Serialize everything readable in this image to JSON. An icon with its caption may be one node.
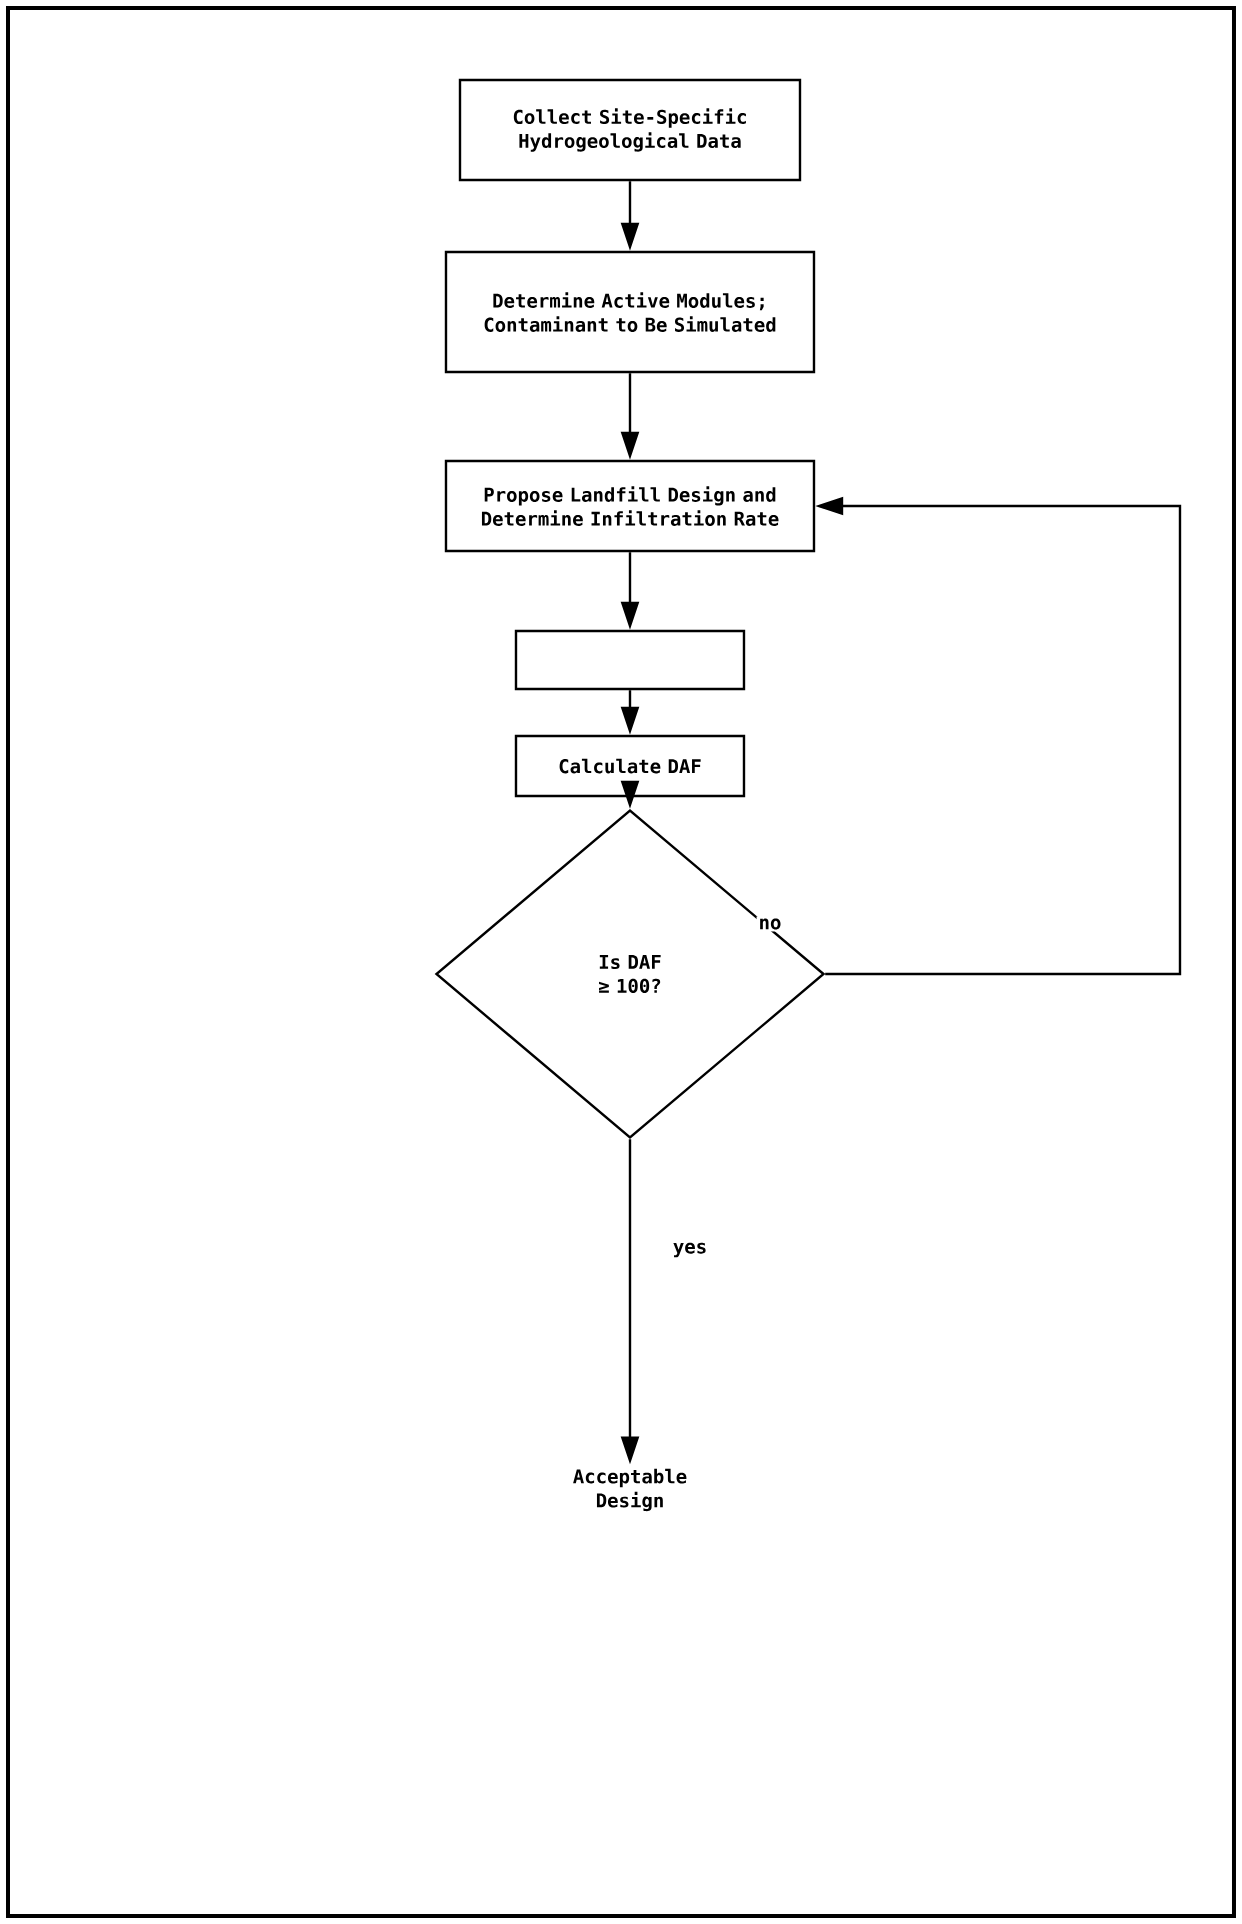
{
  "diagram": {
    "nodes": [
      {
        "text": [
          "Collect Site-Specific Hydrogeological Data"
        ]
      },
      {
        "text": [
          "Determine Active Modules; Contaminant to Be Simulated"
        ]
      },
      {
        "text": [
          "Propose Landfill Design and Determine Infiltration Rate"
        ]
      },
      {
        "text": [],
        "shape": "box"
      },
      {
        "text": [
          "Calculate DAF"
        ]
      },
      {
        "text": [
          "Is DAF ≥ 100?"
        ]
      },
      {
        "text": [
          "Acceptable Design"
        ]
      }
    ],
    "edges": [
      {
        "from": 0,
        "to": 1,
        "arrow": "to"
      },
      {
        "from": 1,
        "to": 2,
        "arrow": "to"
      },
      {
        "from": 2,
        "to": 3,
        "arrow": "to"
      },
      {
        "from": 3,
        "to": 4,
        "arrow": "to"
      },
      {
        "from": 4,
        "to": 5,
        "arrow": "to"
      },
      {
        "from": 5,
        "to": 2,
        "arrow": "to",
        "label": "no"
      },
      {
        "from": 5,
        "to": 6,
        "arrow": "to",
        "label": "yes"
      }
    ]
  }
}
